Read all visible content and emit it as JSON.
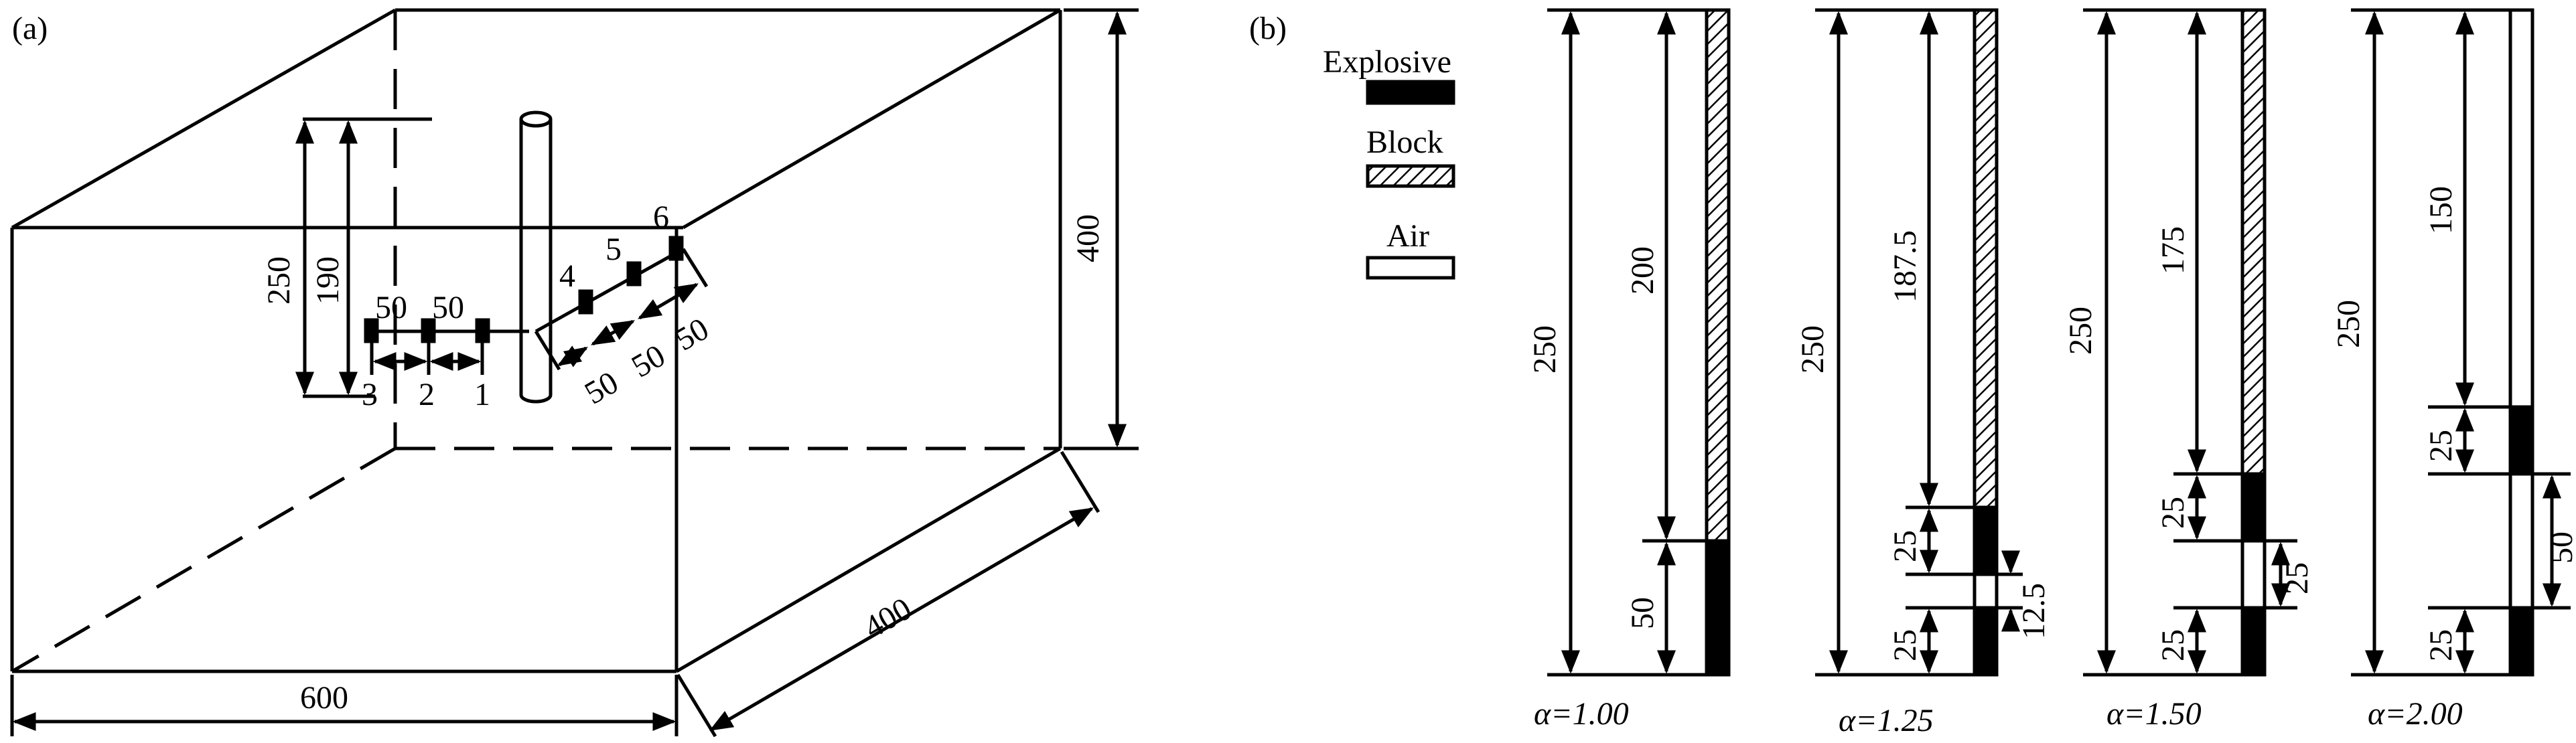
{
  "panel_a": {
    "label": "(a)",
    "dim_width": "600",
    "dim_depth": "400",
    "dim_height": "400",
    "dim_250": "250",
    "dim_190": "190",
    "spacing_labels": [
      "50",
      "50"
    ],
    "spacing_labels_diag": [
      "50",
      "50",
      "50"
    ],
    "gauge_labels": [
      "1",
      "2",
      "3",
      "4",
      "5",
      "6"
    ]
  },
  "panel_b": {
    "label": "(b)",
    "legend": {
      "explosive": "Explosive",
      "block": "Block",
      "air": "Air"
    },
    "columns": [
      {
        "alpha": "α=1.00",
        "dims": [
          "250",
          "200",
          "50"
        ]
      },
      {
        "alpha": "α=1.25",
        "dims": [
          "250",
          "187.5",
          "25",
          "12.5",
          "25"
        ]
      },
      {
        "alpha": "α=1.50",
        "dims": [
          "250",
          "175",
          "25",
          "25",
          "25"
        ]
      },
      {
        "alpha": "α=2.00",
        "dims": [
          "250",
          "150",
          "25",
          "50",
          "25"
        ]
      }
    ]
  }
}
